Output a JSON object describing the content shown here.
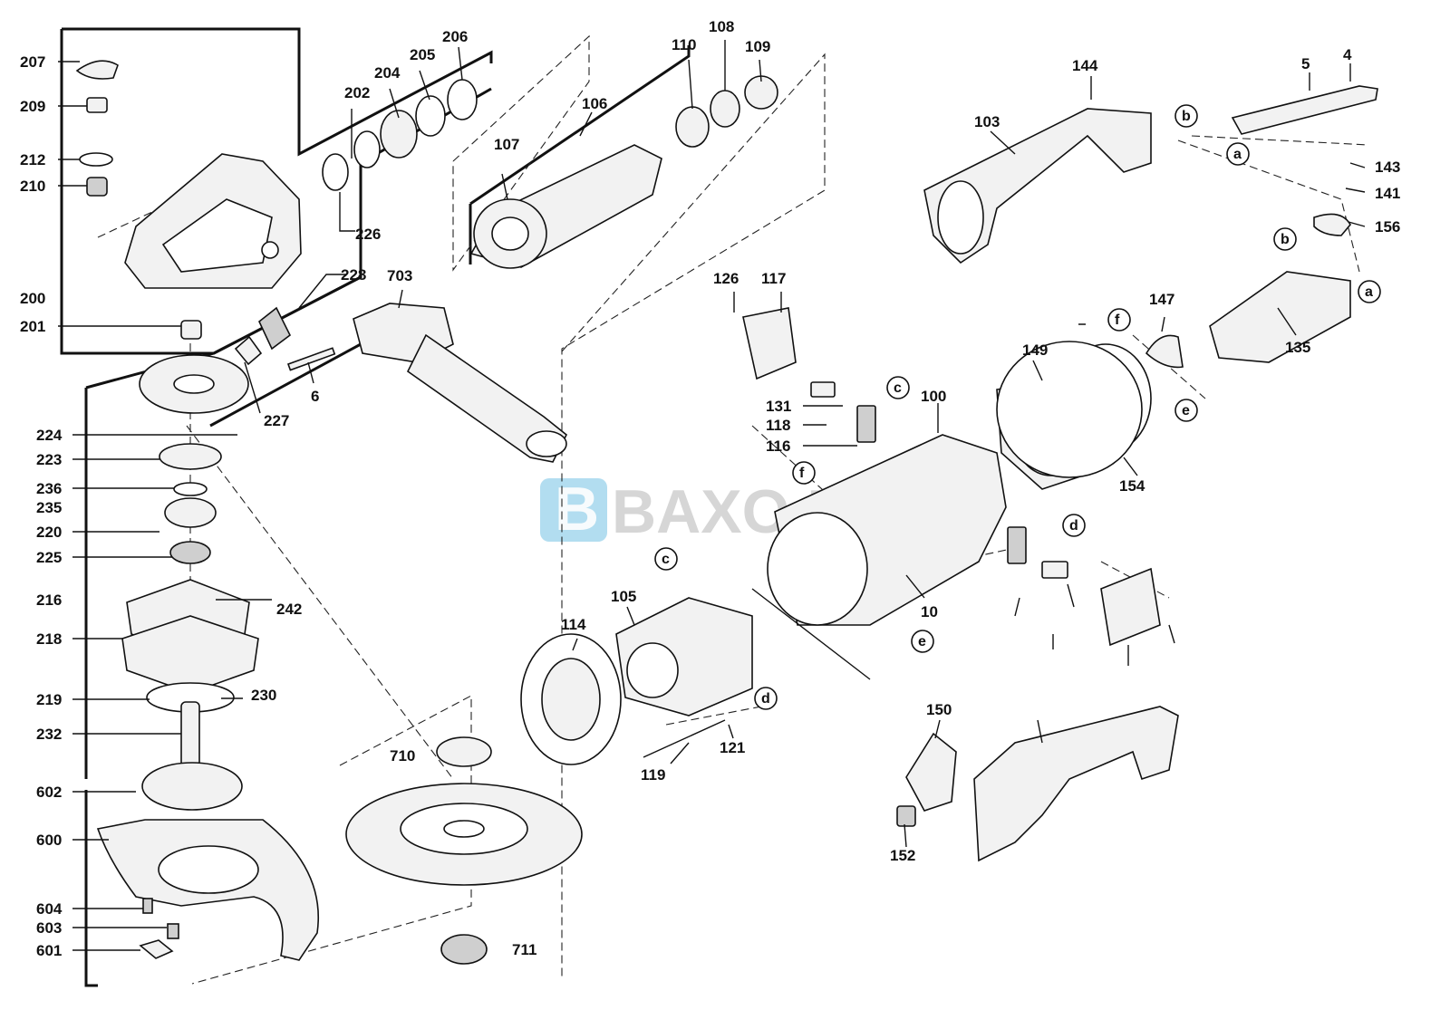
{
  "watermark": {
    "text": "BAXO.PL",
    "logo_letter": "B",
    "color": "#7ec7e6"
  },
  "part_labels": [
    "207",
    "209",
    "212",
    "210",
    "200",
    "201",
    "224",
    "223",
    "236",
    "235",
    "220",
    "225",
    "216",
    "218",
    "219",
    "232",
    "602",
    "600",
    "604",
    "603",
    "601",
    "202",
    "204",
    "205",
    "206",
    "226",
    "228",
    "227",
    "6",
    "242",
    "230",
    "703",
    "710",
    "711",
    "107",
    "106",
    "110",
    "108",
    "109",
    "126",
    "117",
    "131",
    "118",
    "116",
    "100",
    "10",
    "114",
    "105",
    "119",
    "121",
    "144",
    "103",
    "5",
    "4",
    "143",
    "141",
    "156",
    "135",
    "147",
    "149",
    "154",
    "150",
    "152"
  ],
  "connector_letters": [
    "a",
    "b",
    "c",
    "d",
    "e",
    "f"
  ]
}
